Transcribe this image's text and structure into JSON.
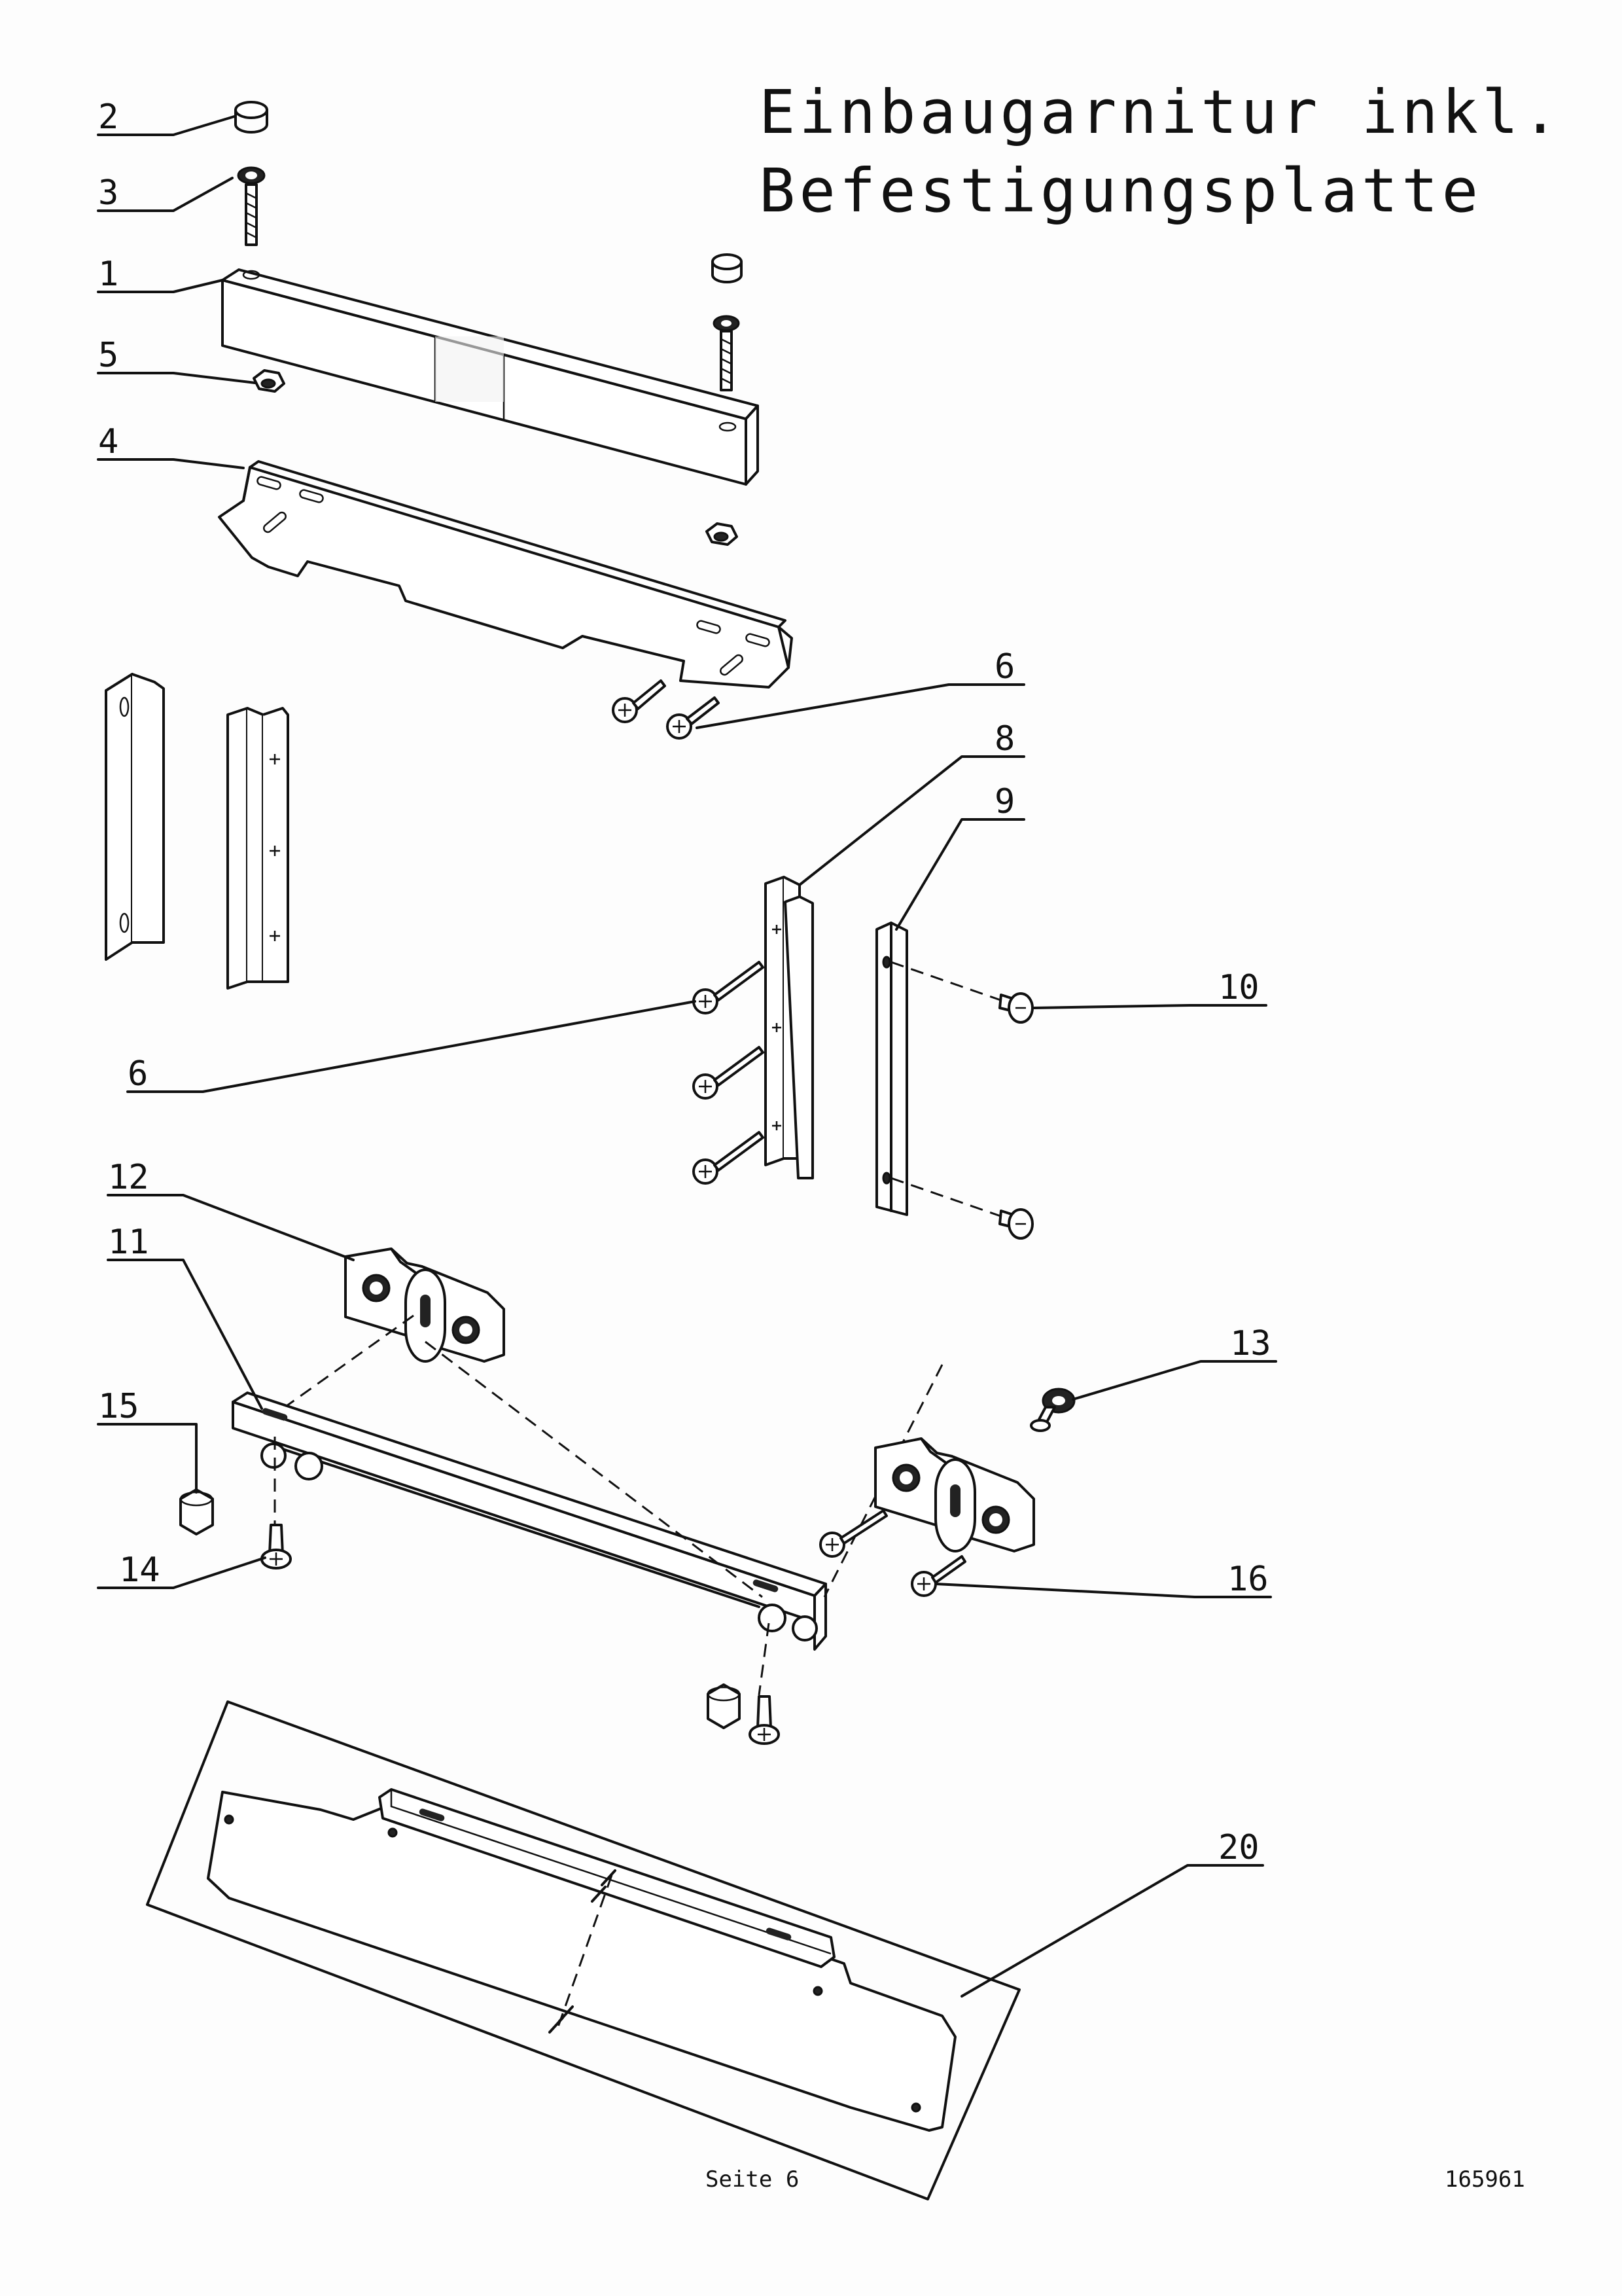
{
  "title": {
    "line1": "Einbaugarnitur inkl.",
    "line2": "Befestigungsplatte"
  },
  "callouts": [
    "2",
    "3",
    "1",
    "5",
    "4",
    "6",
    "8",
    "9",
    "10",
    "6",
    "12",
    "11",
    "13",
    "15",
    "14",
    "16",
    "20"
  ],
  "footer": {
    "page_label": "Seite 6",
    "document_number": "165961"
  }
}
